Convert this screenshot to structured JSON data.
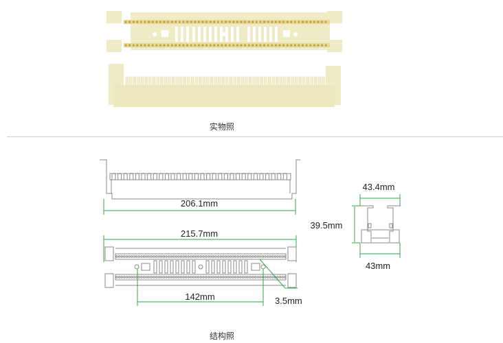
{
  "photo_caption": "实物照",
  "structure_caption": "结构照",
  "dimensions": {
    "front_length": "206.1mm",
    "top_length": "215.7mm",
    "hole_spacing": "142mm",
    "pitch": "3.5mm",
    "side_top_width": "43.4mm",
    "side_height": "39.5mm",
    "side_bottom_width": "43mm"
  },
  "colors": {
    "plastic": "#efebc4",
    "dimension_line": "#2aa84a",
    "contact": "#c89a2a",
    "drawing_line": "#777777"
  }
}
